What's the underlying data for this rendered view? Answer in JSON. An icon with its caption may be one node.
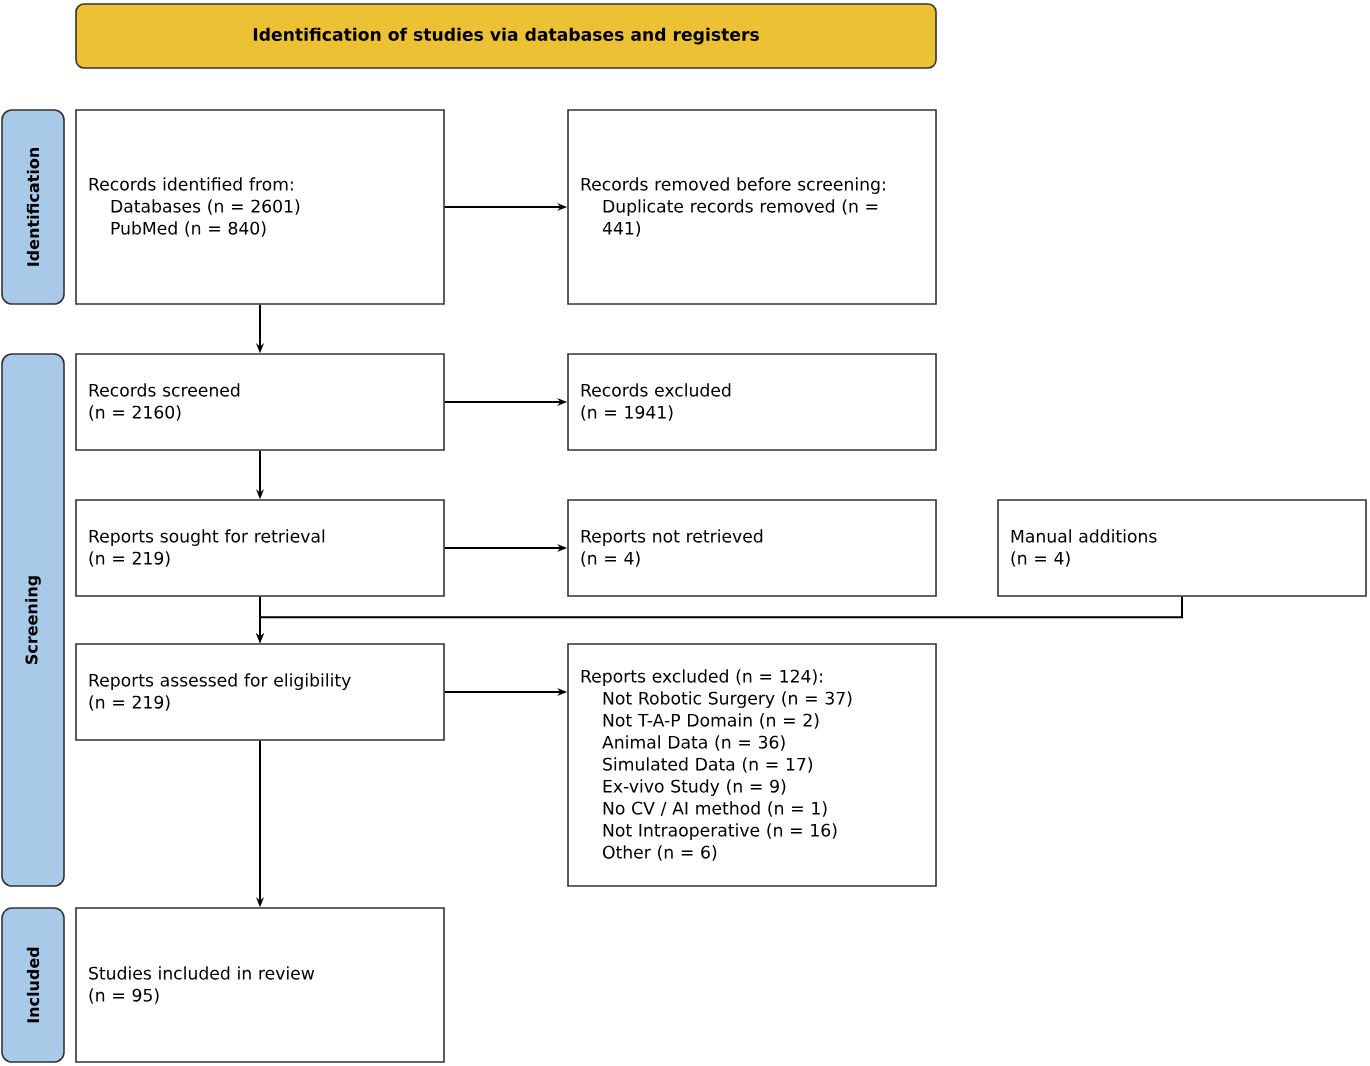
{
  "diagram": {
    "nodes": [
      {
        "text": [
          "Identification of studies via databases and registers"
        ]
      },
      {
        "text": [
          "Identification"
        ]
      },
      {
        "text": [
          "Screening"
        ]
      },
      {
        "text": [
          "Included"
        ]
      },
      {
        "text": [
          "Records identified from:",
          "Databases (n = 2601)",
          "PubMed (n = 840)"
        ]
      },
      {
        "text": [
          "Records removed before screening:",
          "Duplicate records removed (n = 441)"
        ]
      },
      {
        "text": [
          "Records screened",
          "(n = 2160)"
        ]
      },
      {
        "text": [
          "Records excluded",
          "(n = 1941)"
        ]
      },
      {
        "text": [
          "Reports sought for retrieval",
          "(n = 219)"
        ]
      },
      {
        "text": [
          "Reports not retrieved",
          "(n = 4)"
        ]
      },
      {
        "text": [
          "Manual additions",
          "(n = 4)"
        ]
      },
      {
        "text": [
          "Reports assessed for eligibility",
          "(n = 219)"
        ]
      },
      {
        "text": [
          "Reports excluded (n = 124):",
          "Not Robotic Surgery (n = 37)",
          "Not T-A-P Domain (n = 2)",
          "Animal Data (n = 36)",
          "Simulated Data (n = 17)",
          "Ex-vivo Study (n = 9)",
          "No CV / AI method (n = 1)",
          "Not Intraoperative (n = 16)",
          "Other (n = 6)"
        ]
      },
      {
        "text": [
          "Studies included in review",
          "(n = 95)"
        ]
      }
    ],
    "edges": [
      {
        "from": 4,
        "to": 5,
        "arrow": "to"
      },
      {
        "from": 4,
        "to": 6,
        "arrow": "to"
      },
      {
        "from": 6,
        "to": 7,
        "arrow": "to"
      },
      {
        "from": 6,
        "to": 8,
        "arrow": "to"
      },
      {
        "from": 8,
        "to": 9,
        "arrow": "to"
      },
      {
        "from": 8,
        "to": 11,
        "arrow": "to"
      },
      {
        "from": 10,
        "to": 11,
        "arrow": "to"
      },
      {
        "from": 11,
        "to": 12,
        "arrow": "to"
      },
      {
        "from": 11,
        "to": 13,
        "arrow": "to"
      }
    ]
  }
}
